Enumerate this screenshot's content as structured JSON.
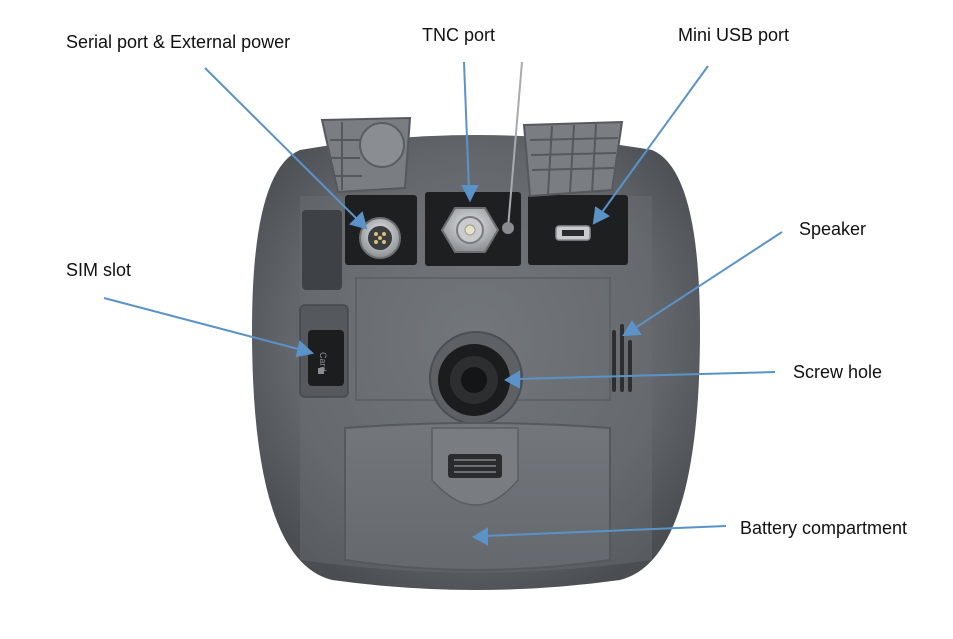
{
  "labels": {
    "serial_port": "Serial port & External power",
    "tnc_port": "TNC port",
    "mini_usb_port": "Mini USB port",
    "speaker": "Speaker",
    "sim_slot": "SIM slot",
    "screw_hole": "Screw hole",
    "battery_compartment": "Battery compartment"
  },
  "sim_card_text": "Card",
  "colors": {
    "leader_line": "#5b93c9",
    "body_dark": "#55595e",
    "body_light": "#8a8e93",
    "panel": "#6b6f74",
    "port_recess": "#1e1f21",
    "metal": "#b9bcbf"
  }
}
